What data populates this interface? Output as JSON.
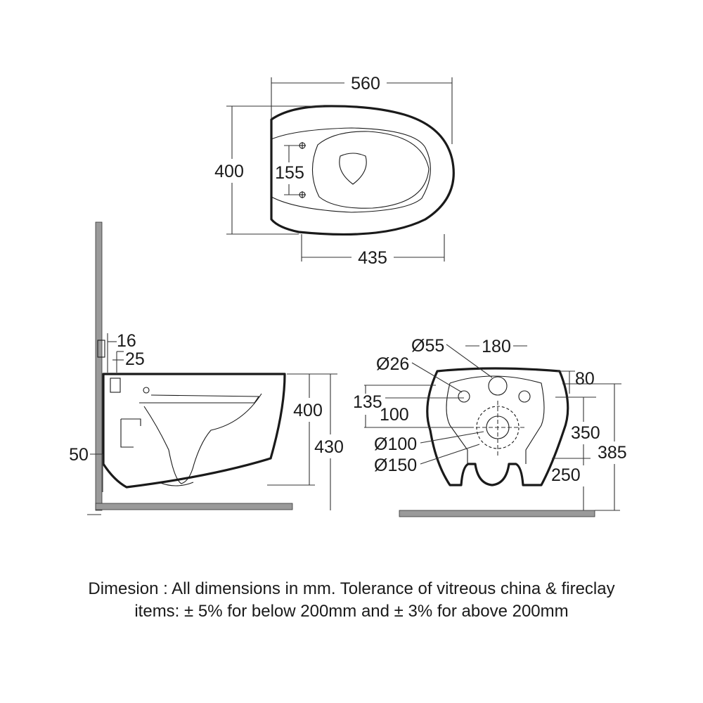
{
  "top_view": {
    "overall_length": "560",
    "overall_width": "400",
    "fixing_centres": "155",
    "seat_length": "435"
  },
  "side_view": {
    "wall_gap": "16",
    "cistern_offset": "25",
    "height_400": "400",
    "height_430": "430",
    "floor_offset": "50"
  },
  "back_view": {
    "diameter_55": "Ø55",
    "width_180": "180",
    "diameter_26": "Ø26",
    "height_80": "80",
    "offset_135": "135",
    "offset_100": "100",
    "diameter_100": "Ø100",
    "diameter_150": "Ø150",
    "height_350": "350",
    "height_385": "385",
    "height_250": "250"
  },
  "note": {
    "line1": "Dimesion : All dimensions in mm. Tolerance of vitreous china & fireclay",
    "line2": "items: ± 5% for below 200mm and ± 3% for above 200mm"
  }
}
